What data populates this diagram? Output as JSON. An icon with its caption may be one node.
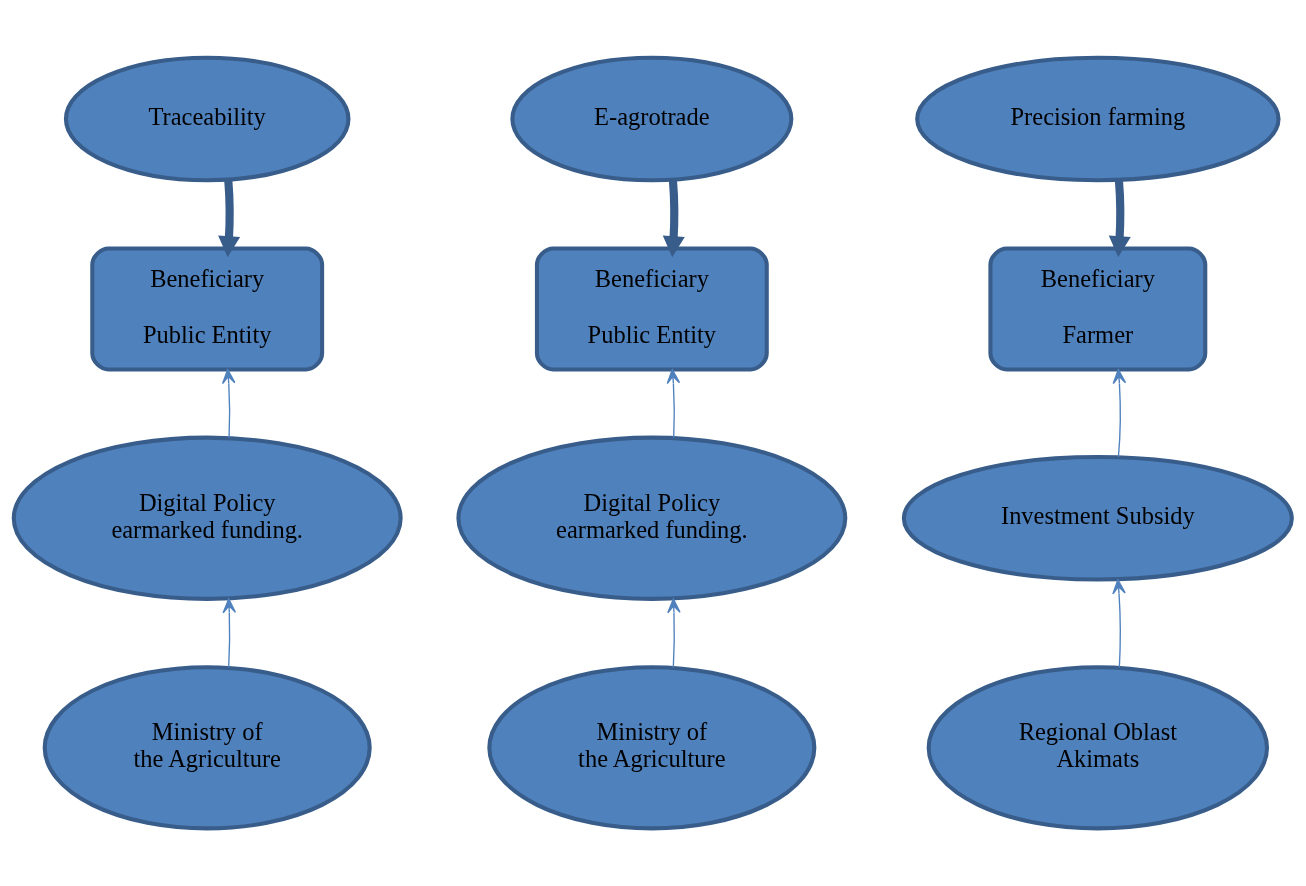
{
  "diagram": {
    "nodes": [
      {
        "text": [
          "Traceability"
        ]
      },
      {
        "text": [
          "E-agrotrade"
        ]
      },
      {
        "text": [
          "Precision farming"
        ]
      },
      {
        "text": [
          "Beneficiary",
          "Public Entity"
        ]
      },
      {
        "text": [
          "Beneficiary",
          "Public Entity"
        ]
      },
      {
        "text": [
          "Beneficiary",
          "Farmer"
        ]
      },
      {
        "text": [
          "Digital Policy earmarked funding."
        ]
      },
      {
        "text": [
          "Digital Policy earmarked funding."
        ]
      },
      {
        "text": [
          "Investment Subsidy"
        ]
      },
      {
        "text": [
          "Ministry of the Agriculture"
        ]
      },
      {
        "text": [
          "Ministry of the Agriculture"
        ]
      },
      {
        "text": [
          "Regional Oblast Akimats"
        ]
      }
    ],
    "edges": [
      {
        "from": 0,
        "to": 3,
        "arrow": "to",
        "style": "thick",
        "color": "#385d8a"
      },
      {
        "from": 1,
        "to": 4,
        "arrow": "to",
        "style": "thick",
        "color": "#385d8a"
      },
      {
        "from": 2,
        "to": 5,
        "arrow": "to",
        "style": "thick",
        "color": "#385d8a"
      },
      {
        "from": 6,
        "to": 3,
        "arrow": "to"
      },
      {
        "from": 7,
        "to": 4,
        "arrow": "to"
      },
      {
        "from": 8,
        "to": 5,
        "arrow": "to"
      },
      {
        "from": 9,
        "to": 6,
        "arrow": "to"
      },
      {
        "from": 10,
        "to": 7,
        "arrow": "to"
      },
      {
        "from": 11,
        "to": 8,
        "arrow": "to"
      }
    ]
  }
}
